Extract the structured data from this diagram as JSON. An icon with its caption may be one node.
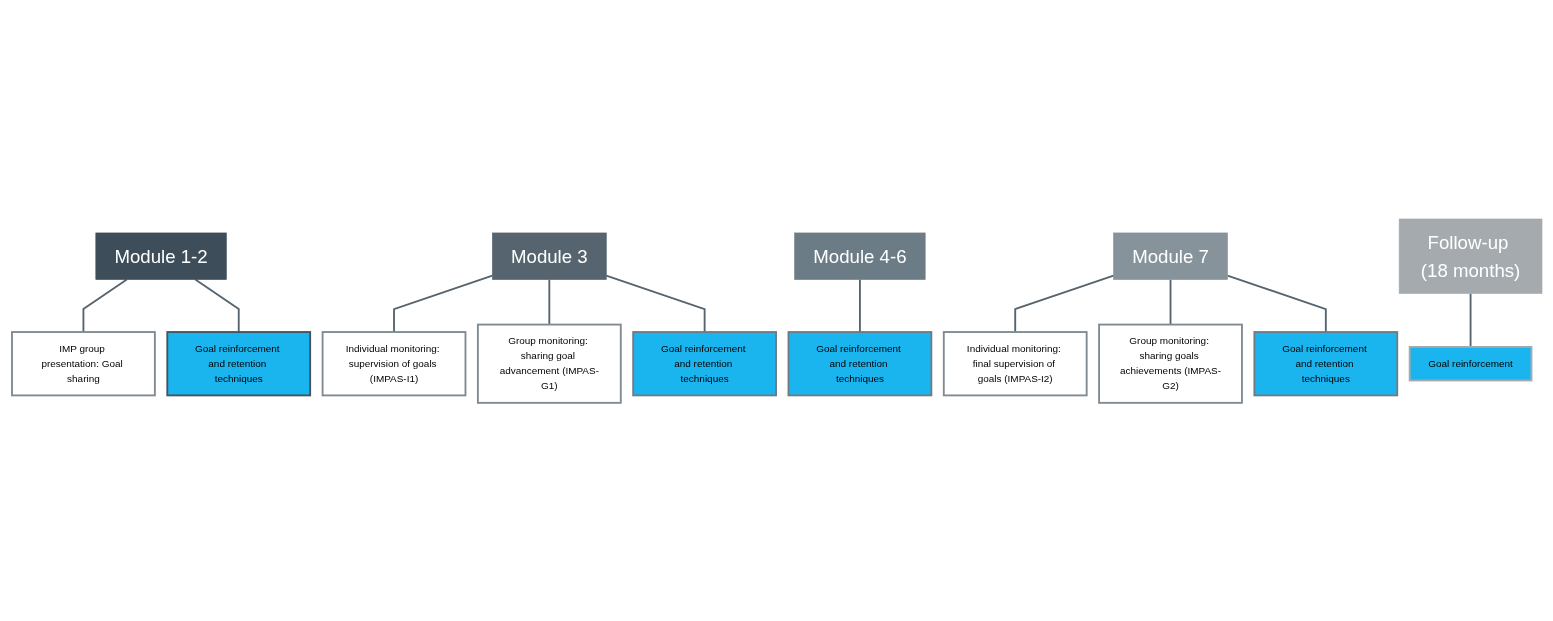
{
  "diagram": {
    "nodes": [
      {
        "text": [
          "Module 1-2"
        ]
      },
      {
        "text": [
          "IMP group presentation: Goal sharing"
        ]
      },
      {
        "text": [
          "Goal reinforcement and retention techniques"
        ]
      },
      {
        "text": [
          "Module 3"
        ]
      },
      {
        "text": [
          "Individual monitoring: supervision of goals (IMPAS-I1)"
        ]
      },
      {
        "text": [
          "Group monitoring: sharing goal advancement (IMPAS-G1)"
        ]
      },
      {
        "text": [
          "Goal reinforcement and retention techniques"
        ]
      },
      {
        "text": [
          "Module 4-6"
        ]
      },
      {
        "text": [
          "Goal reinforcement and retention techniques"
        ]
      },
      {
        "text": [
          "Module 7"
        ]
      },
      {
        "text": [
          "Individual monitoring: final supervision of goals (IMPAS-I2)"
        ]
      },
      {
        "text": [
          "Group monitoring: sharing goals achievements (IMPAS-G2)"
        ]
      },
      {
        "text": [
          "Goal reinforcement and retention techniques"
        ]
      },
      {
        "text": [
          "Follow-up (18 months)"
        ]
      },
      {
        "text": [
          "Goal reinforcement"
        ]
      }
    ],
    "edges": [
      {
        "from": 0,
        "to": 1,
        "arrow": "none"
      },
      {
        "from": 0,
        "to": 2,
        "arrow": "none"
      },
      {
        "from": 3,
        "to": 4,
        "arrow": "none"
      },
      {
        "from": 3,
        "to": 5,
        "arrow": "none"
      },
      {
        "from": 3,
        "to": 6,
        "arrow": "none"
      },
      {
        "from": 7,
        "to": 8,
        "arrow": "none"
      },
      {
        "from": 9,
        "to": 10,
        "arrow": "none"
      },
      {
        "from": 9,
        "to": 11,
        "arrow": "none"
      },
      {
        "from": 9,
        "to": 12,
        "arrow": "none"
      },
      {
        "from": 13,
        "to": 14,
        "arrow": "none"
      }
    ]
  }
}
